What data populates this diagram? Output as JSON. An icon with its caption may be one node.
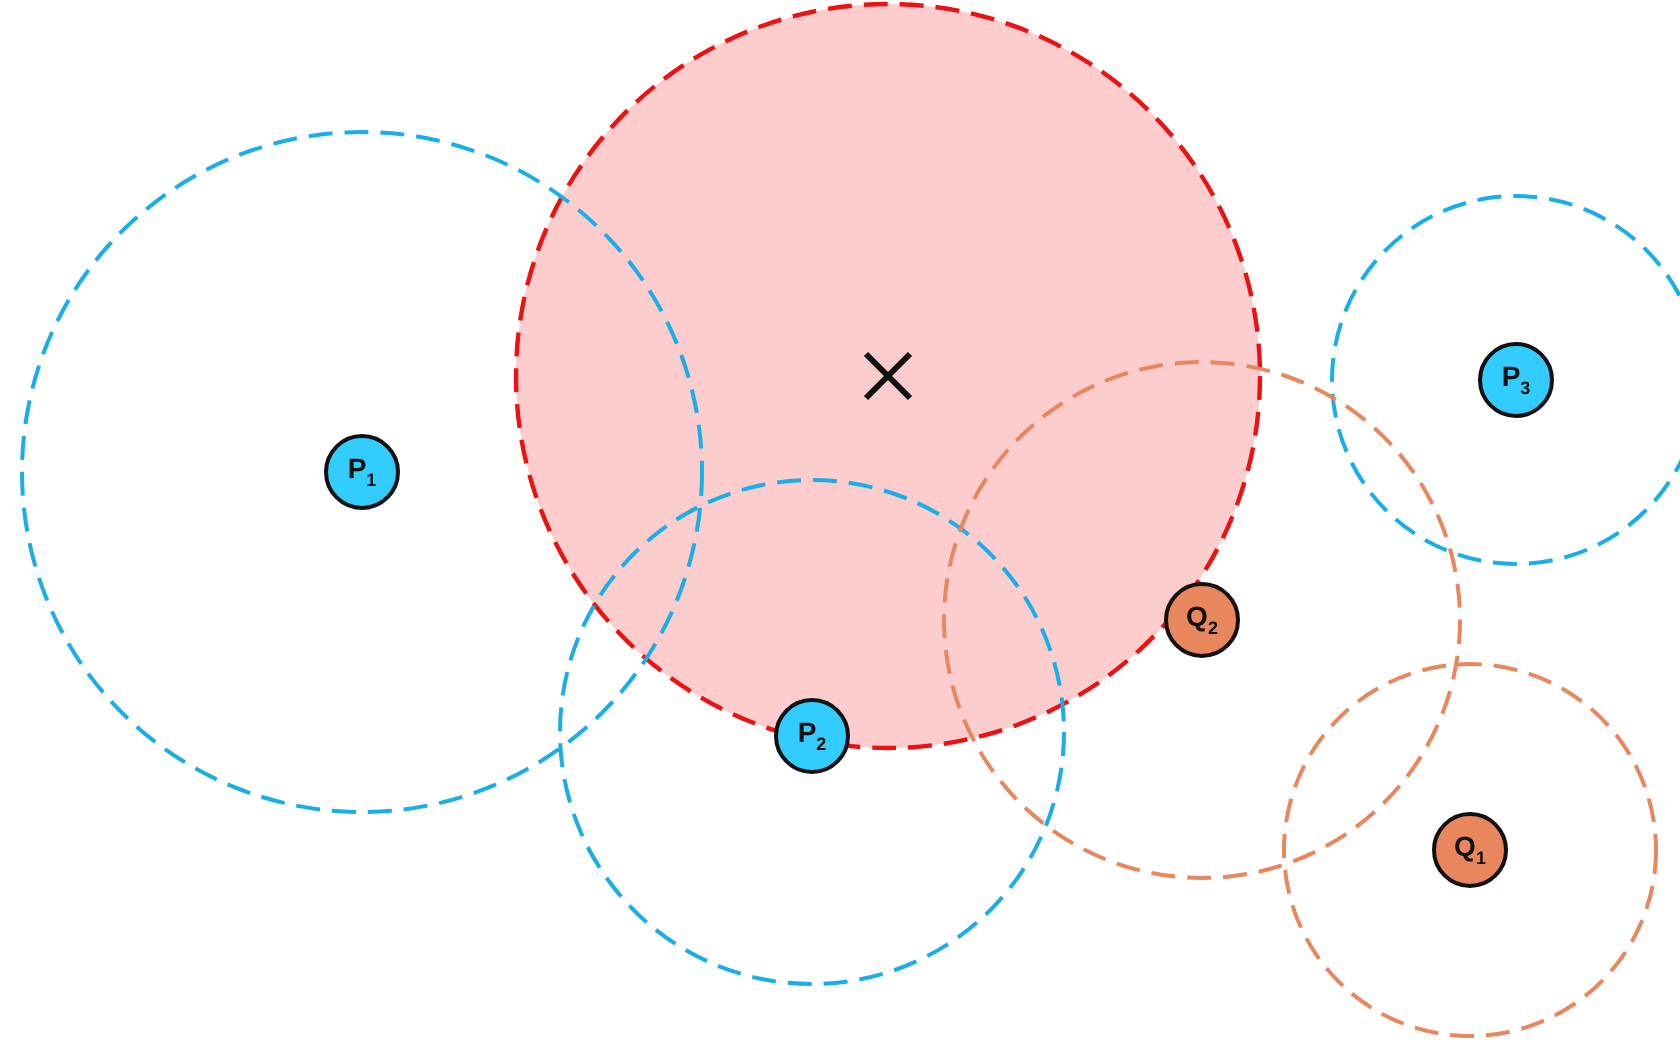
{
  "diagram": {
    "nodes": [
      {
        "text": [
          "P$_{1}$"
        ]
      },
      {
        "text": [
          "P$_{3}$"
        ]
      },
      {
        "text": [
          "Q$_{2}$"
        ]
      },
      {
        "text": [
          "P$_{2}$"
        ]
      },
      {
        "text": [
          "Q$_{1}$"
        ]
      }
    ]
  }
}
